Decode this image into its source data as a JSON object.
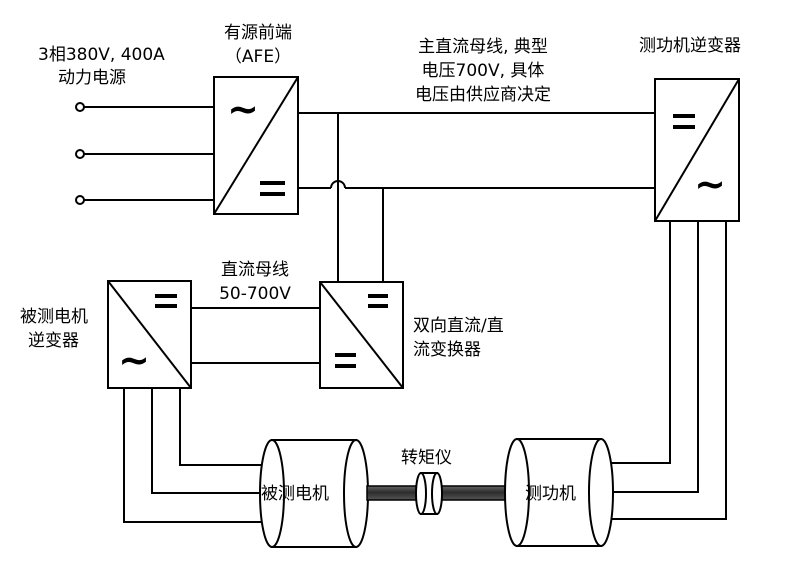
{
  "labels": {
    "power_line1": "3相380V, 400A",
    "power_line2": "动力电源",
    "afe_line1": "有源前端",
    "afe_line2": "（AFE）",
    "main_bus_line1": "主直流母线, 典型",
    "main_bus_line2": "电压700V, 具体",
    "main_bus_line3": "电压由供应商决定",
    "dyno_inverter": "测功机逆变器",
    "dc_bus_line1": "直流母线",
    "dc_bus_line2": "50-700V",
    "dut_inverter_line1": "被测电机",
    "dut_inverter_line2": "逆变器",
    "bidir_line1": "双向直流/直",
    "bidir_line2": "流变换器",
    "torque_meter": "转矩仪",
    "dut_motor": "被测电机",
    "dyno_motor": "测功机"
  },
  "symbols": {
    "ac": "~",
    "dc": "="
  }
}
